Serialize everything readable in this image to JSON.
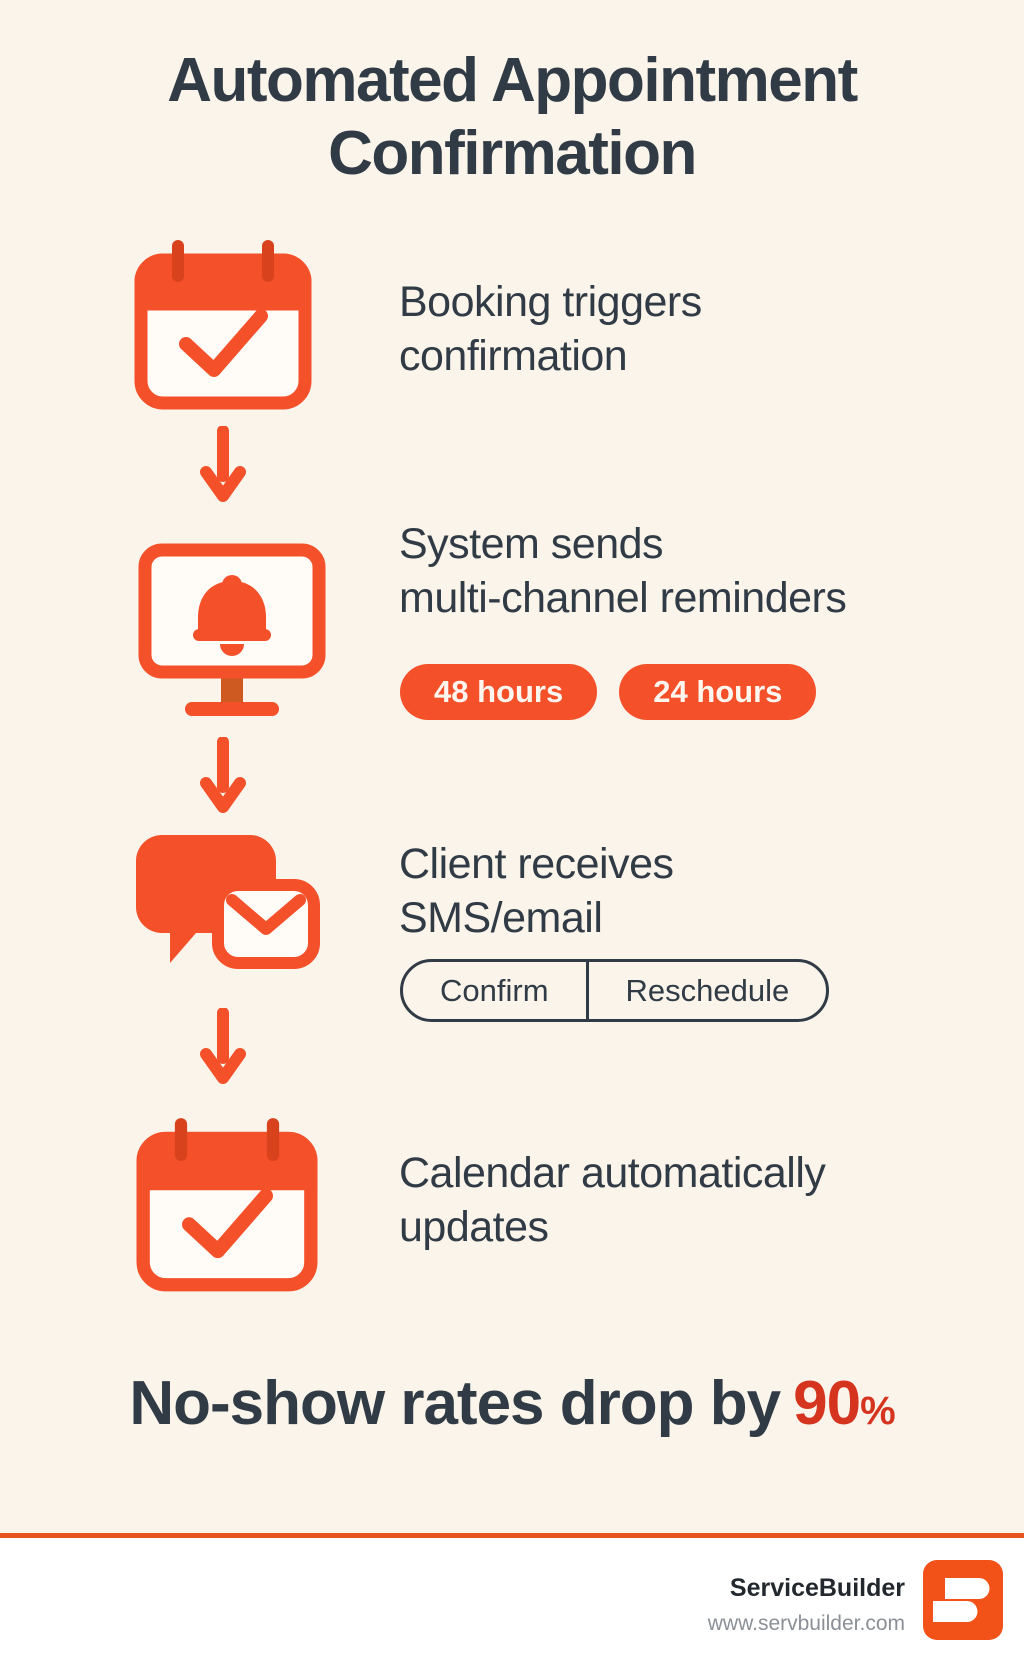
{
  "title": {
    "line1": "Automated Appointment",
    "line2": "Confirmation"
  },
  "steps": [
    {
      "icon": "calendar-check-icon",
      "line1": "Booking triggers",
      "line2": "confirmation"
    },
    {
      "icon": "monitor-bell-icon",
      "line1": "System sends",
      "line2": "multi-channel reminders",
      "badges": [
        "48 hours",
        "24 hours"
      ]
    },
    {
      "icon": "chat-mail-icon",
      "line1": "Client receives",
      "line2": "SMS/email",
      "buttons": [
        "Confirm",
        "Reschedule"
      ]
    },
    {
      "icon": "calendar-check-icon",
      "line1": "Calendar automatically",
      "line2": "updates"
    }
  ],
  "headline": {
    "prefix": "No-show rates drop by",
    "value": "90",
    "unit": "%"
  },
  "footer": {
    "brand": "ServiceBuilder",
    "url": "www.servbuilder.com"
  },
  "colors": {
    "background": "#FAF4EB",
    "accent_orange": "#F4502A",
    "accent_dark_orange": "#D8431D",
    "monitor_stand": "#CE5A21",
    "stat_red": "#D5341F",
    "ink": "#303B45",
    "muted_gray": "#8A9096",
    "footer_divider": "#E75420",
    "logo_orange": "#F25117",
    "footer_background": "#FFFFFF"
  }
}
